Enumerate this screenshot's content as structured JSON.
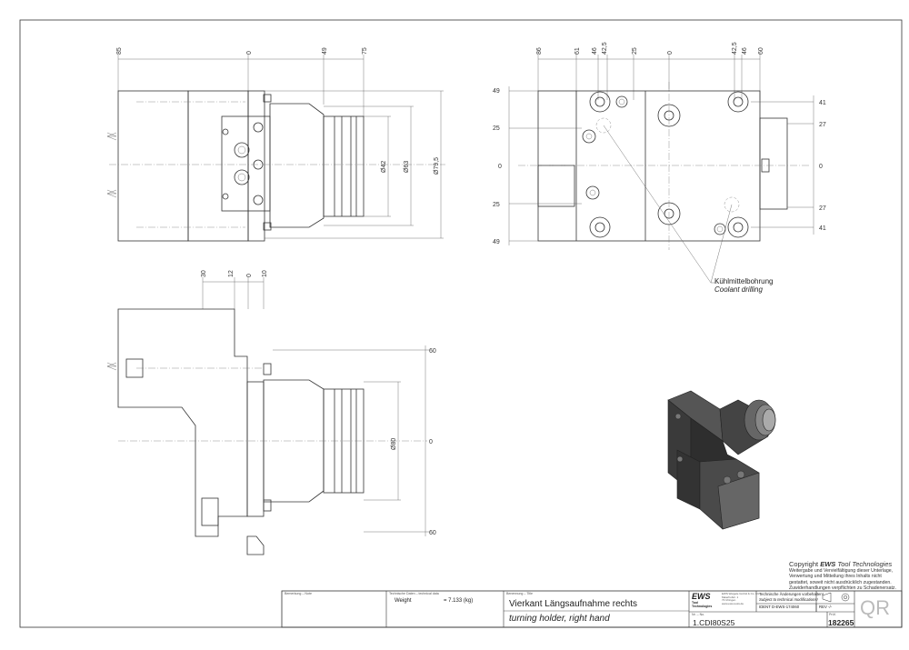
{
  "dims": {
    "top_left_horiz": [
      "85",
      "0",
      "49",
      "75"
    ],
    "top_left_diam": [
      "Ø42",
      "Ø63",
      "Ø79,5"
    ],
    "top_right_horiz": [
      "86",
      "61",
      "46",
      "42,5",
      "25",
      "0",
      "42,5",
      "46",
      "60"
    ],
    "top_right_left_vert": [
      "49",
      "25",
      "0",
      "25",
      "49"
    ],
    "top_right_right_vert": [
      "41",
      "27",
      "0",
      "27",
      "41"
    ],
    "bottom_left_horiz": [
      "30",
      "12",
      "0",
      "10"
    ],
    "bottom_left_vert": [
      "60",
      "0",
      "60"
    ],
    "bottom_left_diam": "Ø80"
  },
  "callout": {
    "line1": "Kühlmittelbohrung",
    "line2": "Coolant drilling"
  },
  "copyright": {
    "prefix": "Copyright ",
    "brand": "EWS",
    "suffix": " Tool Technologies",
    "lines": [
      "Weitergabe und Vervielfältigung dieser Unterlage,",
      "Verwertung und Mitteilung ihres Inhalts nicht",
      "gestattet, soweit nicht ausdrücklich zugestanden.",
      "Zuwiderhandlungen verpflichten zu Schadenersatz."
    ]
  },
  "titleblock": {
    "remark_label": "Bemerkung – Note",
    "tech_label": "Technische Daten – technical data",
    "weight_label": "Weight",
    "weight_value": "= 7.133 (kg)",
    "name_label": "Benennung – Title",
    "title_de": "Vierkant Längsaufnahme rechts",
    "title_en": "turning holder, right hand",
    "logo_main": "EWS",
    "logo_sub": "Tool Technologies",
    "company_lines": [
      "EWS Weigele GmbH & Co. KG",
      "Maierhofstr. 1",
      "73 Uhingen",
      "www.ews-tools.de"
    ],
    "notice_de": "Technische Änderungen vorbehalten!",
    "notice_en": "Subject to technical modifications!",
    "ident": "IDENT   D-EWS-174060",
    "rev": "REV   -/-",
    "nr_label": "Nr. – No.",
    "part_no": "1.CDI80S25",
    "drawing_label": "Prüf.",
    "drawing_no": "182265",
    "qr": "QR"
  }
}
